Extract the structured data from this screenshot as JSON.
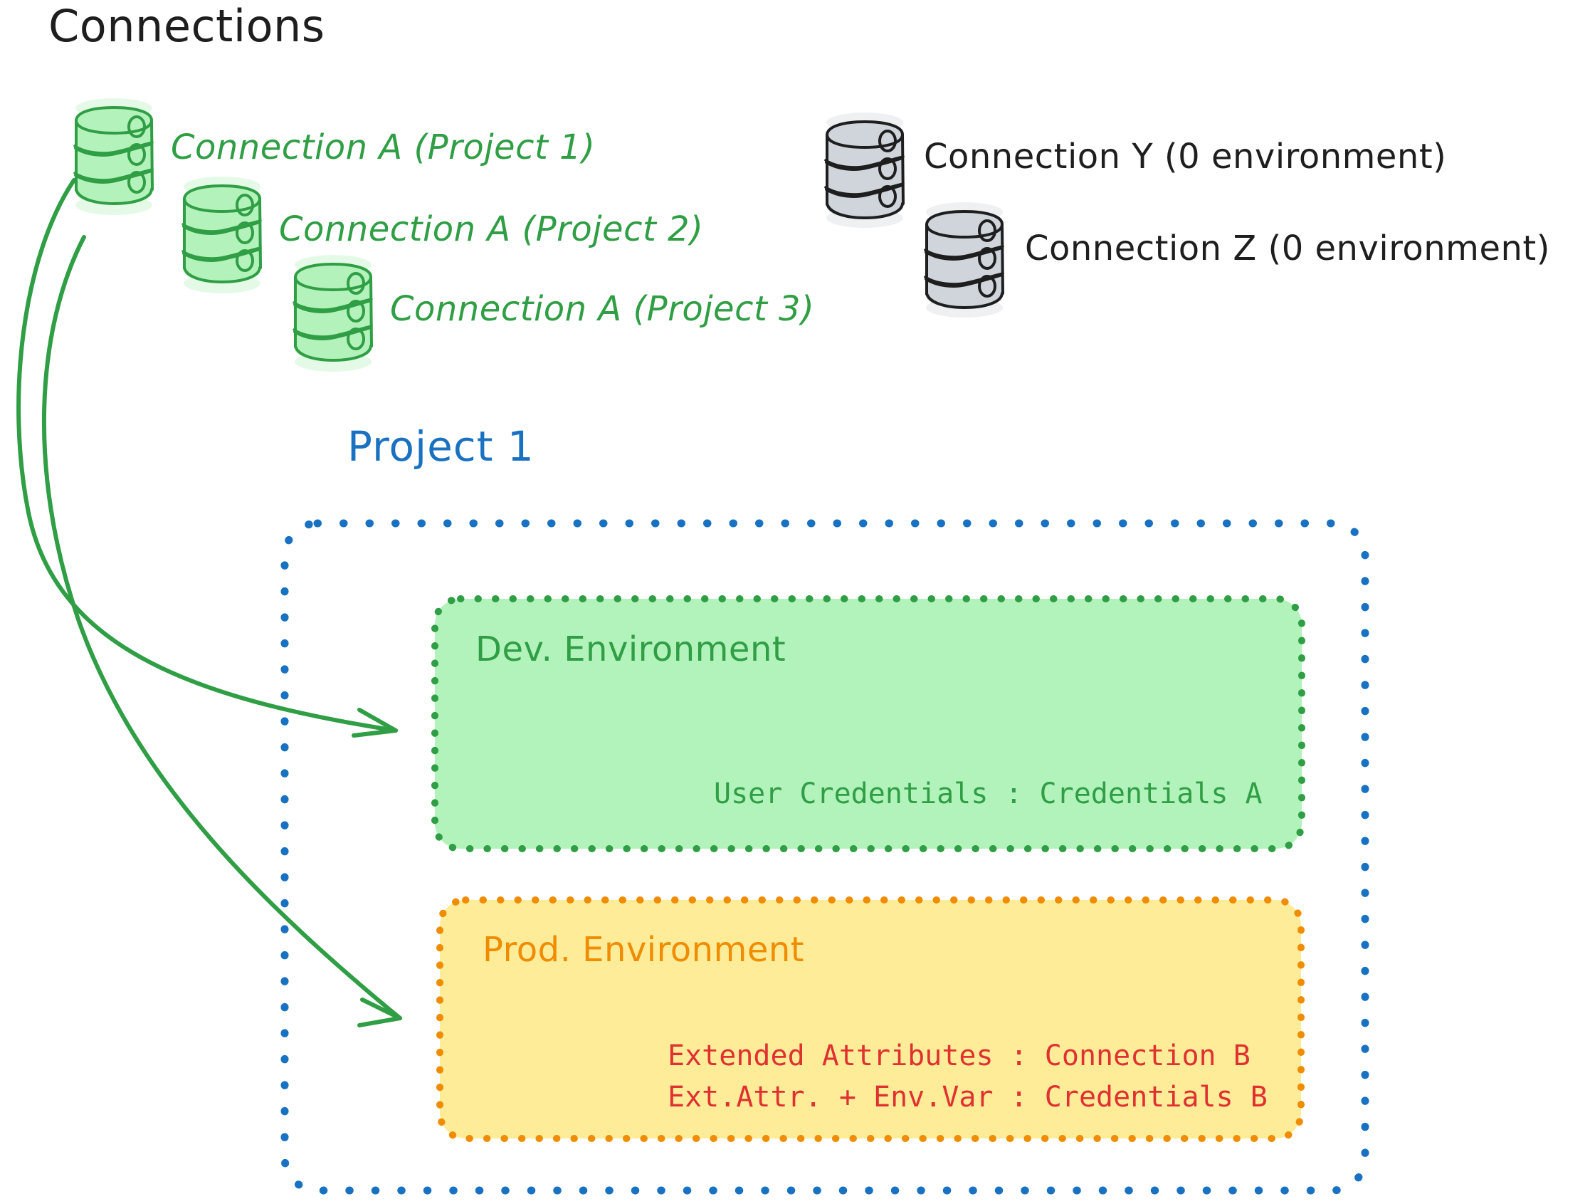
{
  "diagram": {
    "title": "Connections",
    "title_color": "#1e1e1e",
    "background": "#ffffff"
  },
  "palette": {
    "green_stroke": "#2f9e44",
    "green_fill": "#b2f2bb",
    "gray_stroke": "#1e1e1e",
    "gray_fill": "#ced4da",
    "blue": "#1971c2",
    "orange": "#f08c00",
    "orange_fill": "#ffec99",
    "red": "#e03131"
  },
  "connections": {
    "green": [
      {
        "label": "Connection A (Project 1)",
        "color": "#2f9e44",
        "icon": "database-icon"
      },
      {
        "label": "Connection A (Project 2)",
        "color": "#2f9e44",
        "icon": "database-icon"
      },
      {
        "label": "Connection A (Project 3)",
        "color": "#2f9e44",
        "icon": "database-icon"
      }
    ],
    "gray": [
      {
        "label": "Connection Y (0 environment)",
        "color": "#1e1e1e",
        "icon": "database-icon"
      },
      {
        "label": "Connection Z (0 environment)",
        "color": "#1e1e1e",
        "icon": "database-icon"
      }
    ]
  },
  "project": {
    "title": "Project 1",
    "border_color": "#1971c2",
    "environments": [
      {
        "name": "Dev. Environment",
        "border_color": "#2f9e44",
        "fill_color": "#b2f2bb",
        "text_color": "#2f9e44",
        "lines": [
          "User Credentials : Credentials A"
        ]
      },
      {
        "name": "Prod. Environment",
        "border_color": "#f08c00",
        "fill_color": "#ffec99",
        "text_color": "#e03131",
        "lines": [
          "Extended Attributes : Connection B",
          "Ext.Attr. + Env.Var : Credentials B"
        ]
      }
    ]
  },
  "arrows": [
    {
      "name": "arrow-connection-a-to-dev",
      "color": "#2f9e44",
      "from": "Connection A (Project 1)",
      "to": "Dev. Environment"
    },
    {
      "name": "arrow-connection-a-to-prod",
      "color": "#2f9e44",
      "from": "Connection A (Project 1)",
      "to": "Prod. Environment"
    }
  ]
}
